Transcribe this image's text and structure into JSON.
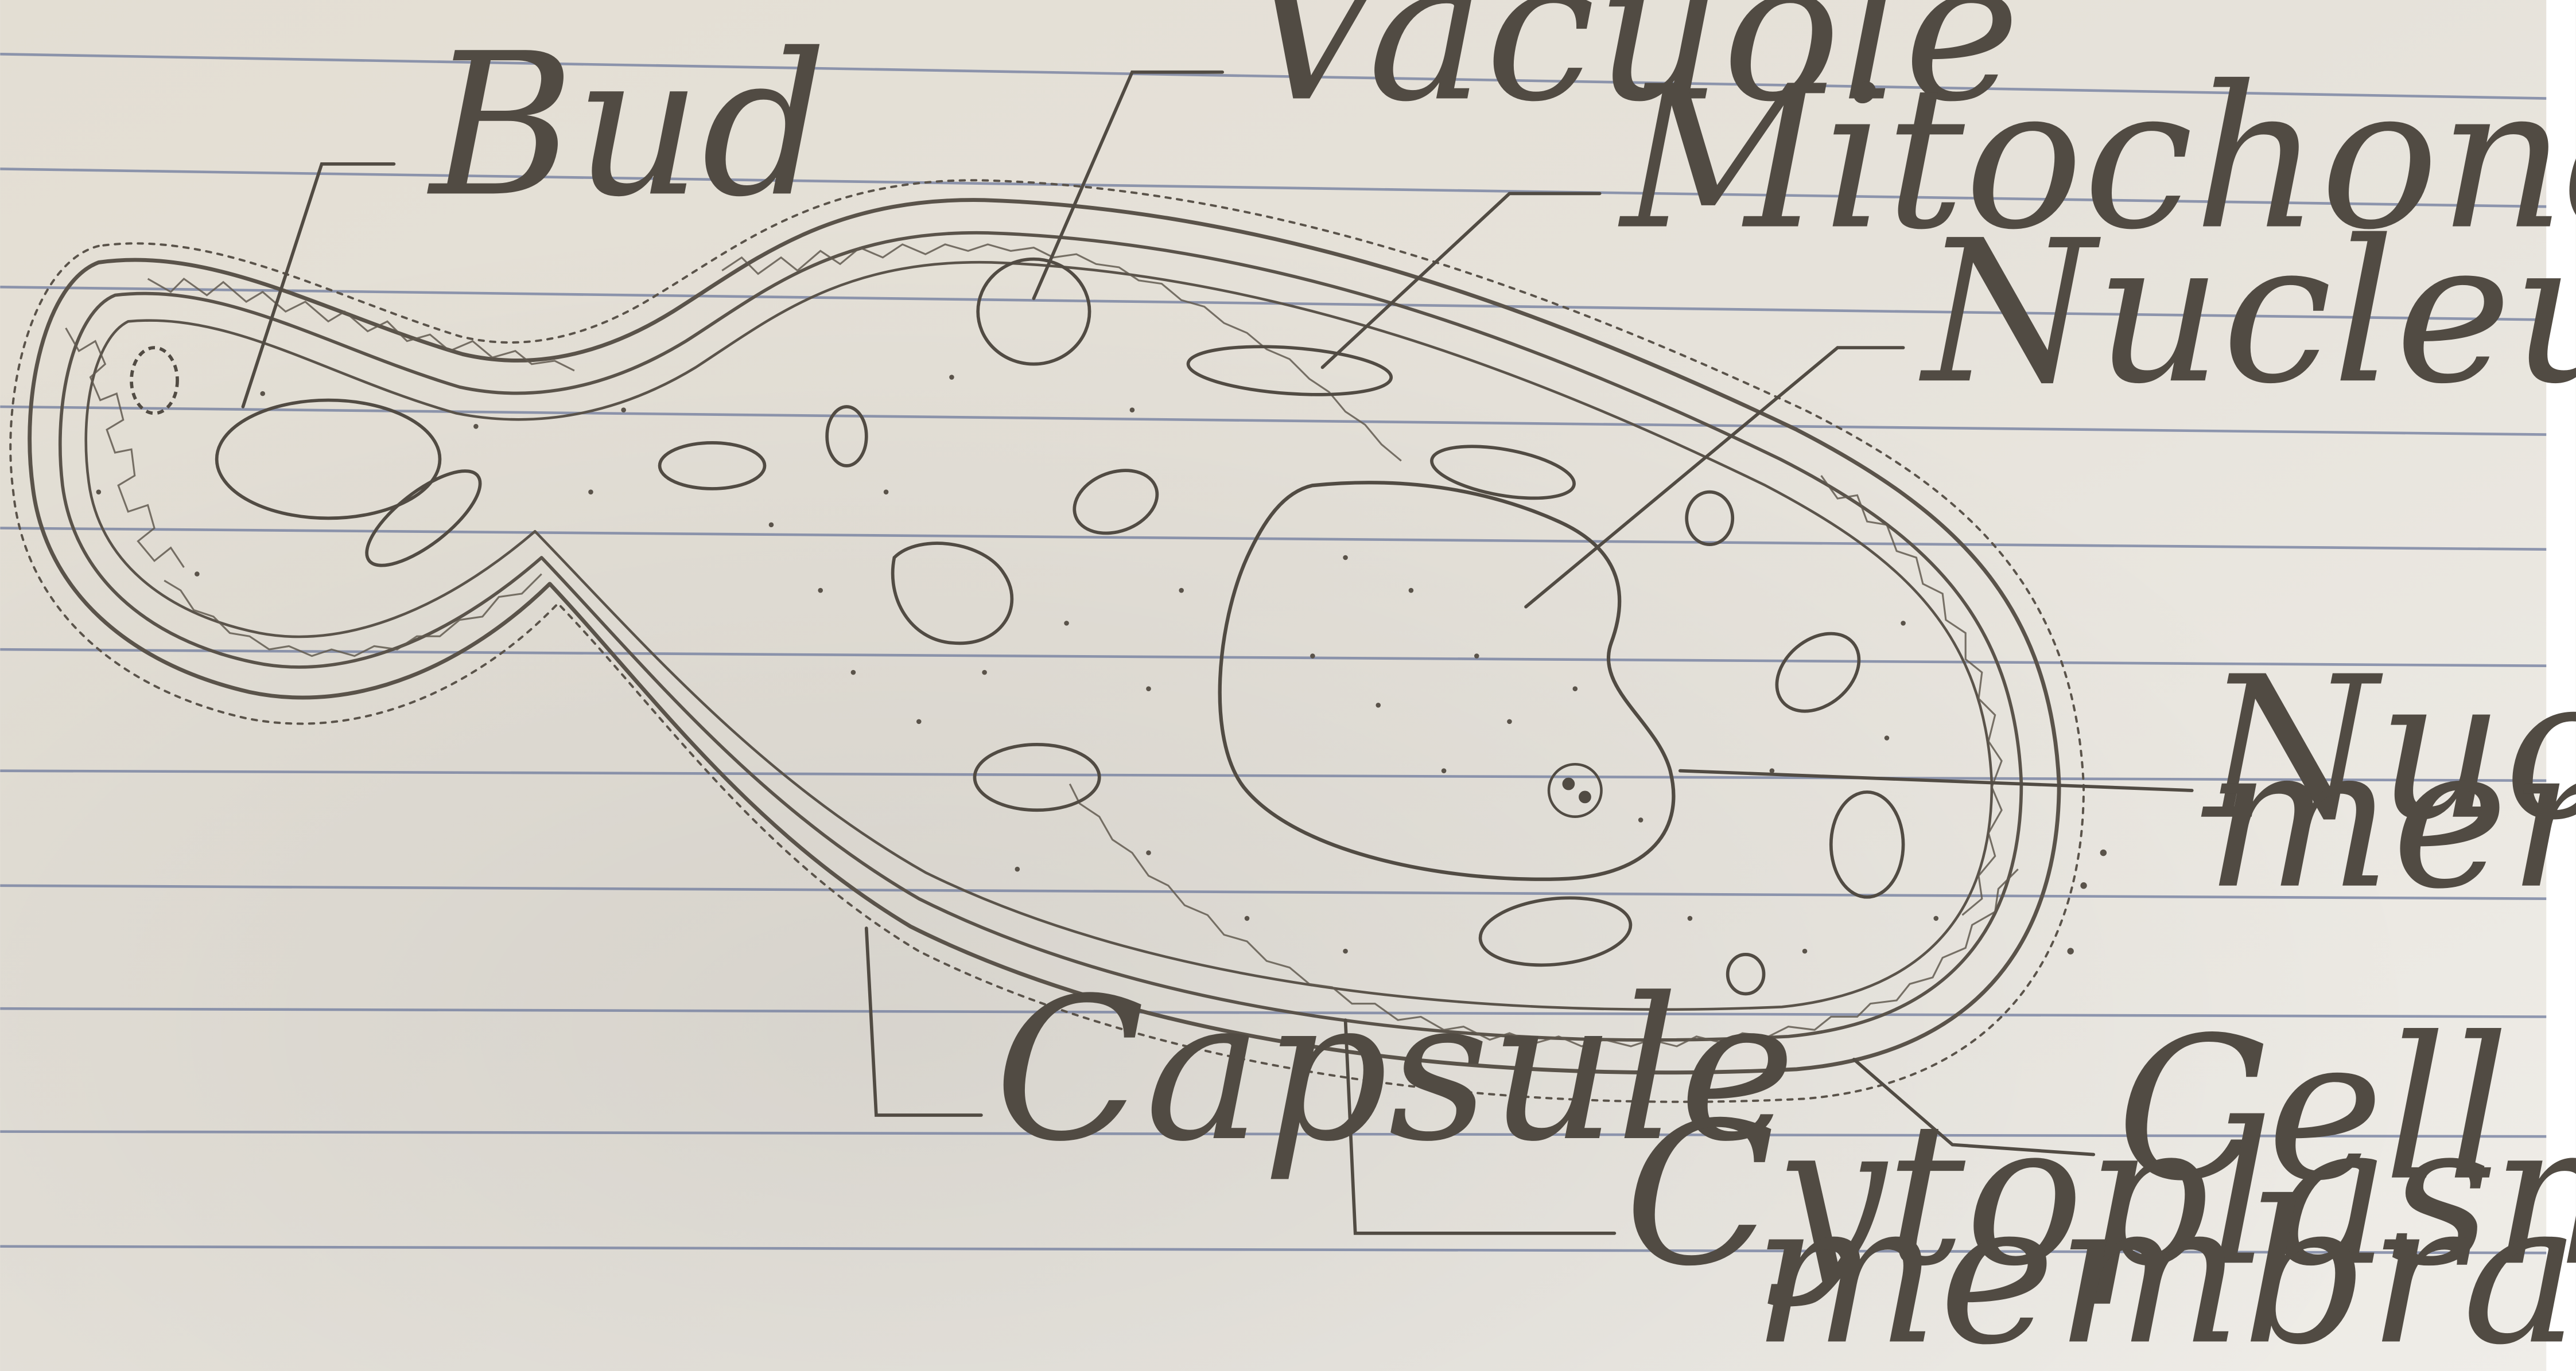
{
  "diagram": {
    "labels": {
      "vacuole": "Vacuole",
      "bud": "Bud",
      "mitochondrion": "Mitochondrion",
      "nucleus": "Nucleus",
      "nuclear_membrane_line1": "Nuclear",
      "nuclear_membrane_line2": "membrane",
      "capsule": "Capsule",
      "cell_wall": "Cell wall",
      "cytoplasmic_membrane_line1": "Cytoplasmic",
      "cytoplasmic_membrane_line2": "membrane"
    }
  },
  "colors": {
    "paper": "#e7e3db",
    "rule_line": "#6e7a9c",
    "pencil": "#514b43"
  }
}
